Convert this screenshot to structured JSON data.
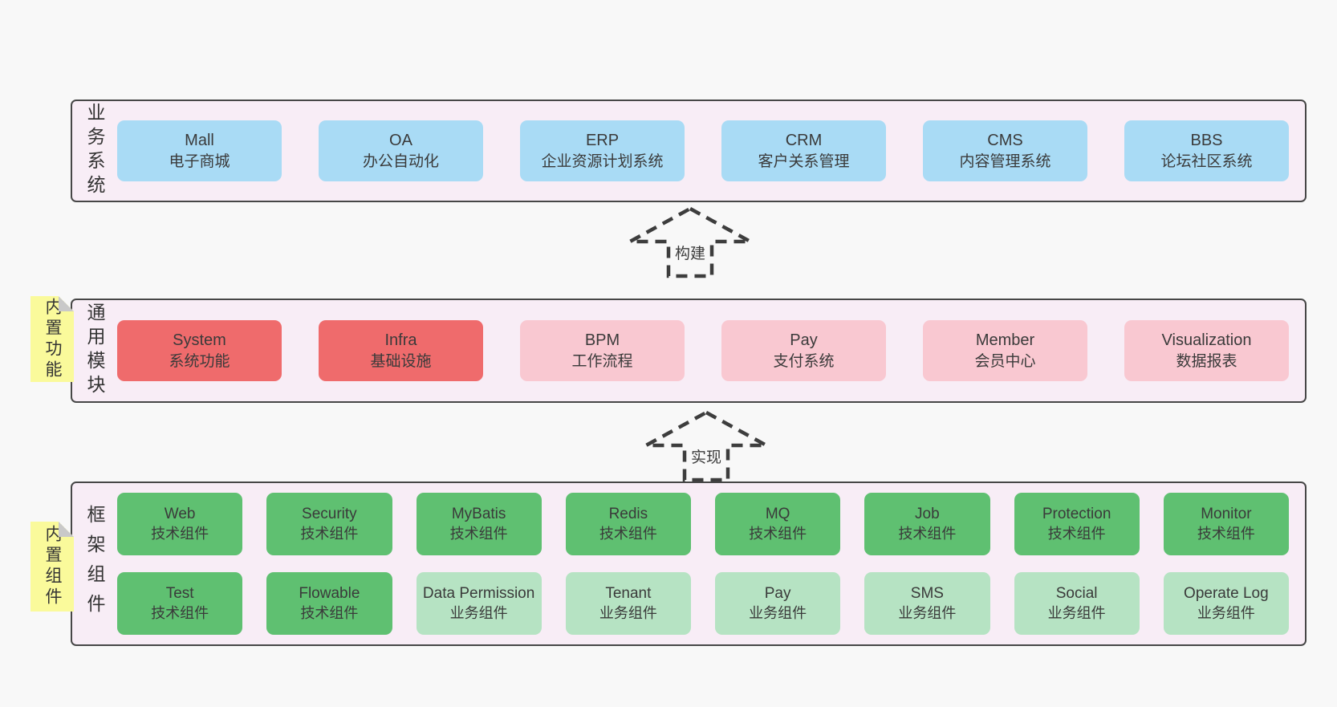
{
  "layers": [
    {
      "side_label": "业务系统",
      "boxes": [
        {
          "name": "Mall",
          "desc": "电子商城"
        },
        {
          "name": "OA",
          "desc": "办公自动化"
        },
        {
          "name": "ERP",
          "desc": "企业资源计划系统"
        },
        {
          "name": "CRM",
          "desc": "客户关系管理"
        },
        {
          "name": "CMS",
          "desc": "内容管理系统"
        },
        {
          "name": "BBS",
          "desc": "论坛社区系统"
        }
      ]
    },
    {
      "side_label": "通用模块",
      "note": "内置功能",
      "boxes": [
        {
          "name": "System",
          "desc": "系统功能"
        },
        {
          "name": "Infra",
          "desc": "基础设施"
        },
        {
          "name": "BPM",
          "desc": "工作流程"
        },
        {
          "name": "Pay",
          "desc": "支付系统"
        },
        {
          "name": "Member",
          "desc": "会员中心"
        },
        {
          "name": "Visualization",
          "desc": "数据报表"
        }
      ]
    },
    {
      "side_label": "框架组件",
      "note": "内置组件",
      "rows": [
        [
          {
            "name": "Web",
            "desc": "技术组件"
          },
          {
            "name": "Security",
            "desc": "技术组件"
          },
          {
            "name": "MyBatis",
            "desc": "技术组件"
          },
          {
            "name": "Redis",
            "desc": "技术组件"
          },
          {
            "name": "MQ",
            "desc": "技术组件"
          },
          {
            "name": "Job",
            "desc": "技术组件"
          },
          {
            "name": "Protection",
            "desc": "技术组件"
          },
          {
            "name": "Monitor",
            "desc": "技术组件"
          }
        ],
        [
          {
            "name": "Test",
            "desc": "技术组件"
          },
          {
            "name": "Flowable",
            "desc": "技术组件"
          },
          {
            "name": "Data Permission",
            "desc": "业务组件"
          },
          {
            "name": "Tenant",
            "desc": "业务组件"
          },
          {
            "name": "Pay",
            "desc": "业务组件"
          },
          {
            "name": "SMS",
            "desc": "业务组件"
          },
          {
            "name": "Social",
            "desc": "业务组件"
          },
          {
            "name": "Operate Log",
            "desc": "业务组件"
          }
        ]
      ]
    }
  ],
  "arrows": [
    {
      "label": "构建"
    },
    {
      "label": "实现"
    }
  ],
  "colors": {
    "page_bg": "#f8f8f8",
    "layer_bg": "#f8edf6",
    "layer_border": "#474747",
    "box_blue": "#a9dbf5",
    "box_red": "#ef6b6c",
    "box_pink": "#f9c8d1",
    "box_green": "#5fc071",
    "box_light_green": "#b6e3c3",
    "note_yellow": "#fafa9b",
    "note_fold": "#c9c9c9",
    "text": "#3a3a3a",
    "arrow_dash": "#3d3d3d"
  }
}
